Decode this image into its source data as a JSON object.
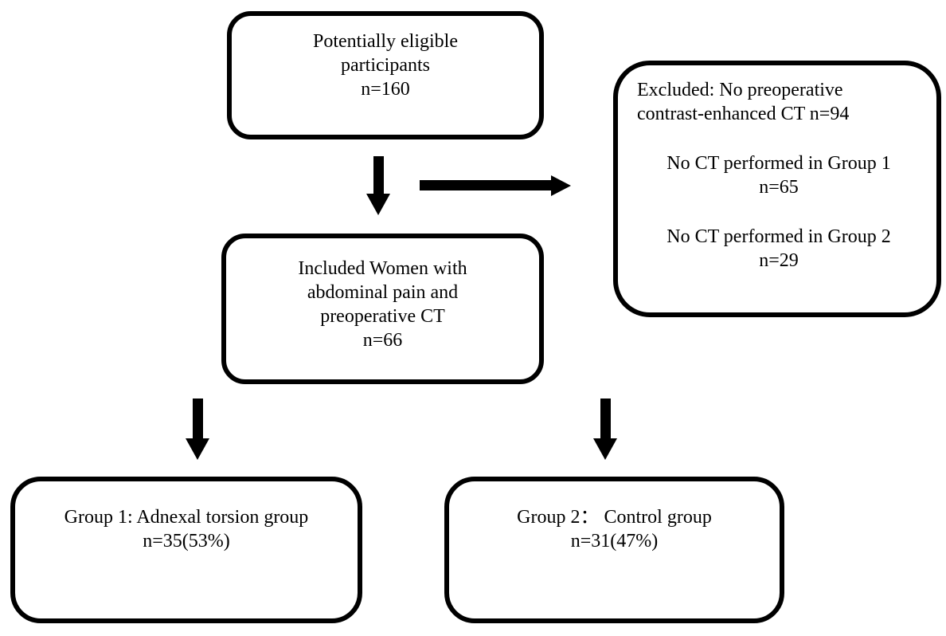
{
  "colors": {
    "background": "#ffffff",
    "stroke": "#000000",
    "text": "#000000"
  },
  "nodes": {
    "eligible": {
      "id": "potentially-eligible",
      "lines": [
        "Potentially eligible",
        "participants",
        "n=160"
      ]
    },
    "excluded": {
      "id": "excluded",
      "paragraphs": [
        {
          "lines": [
            "Excluded: No preoperative",
            "contrast-enhanced CT n=94"
          ]
        },
        {
          "lines": [
            "No CT performed in Group 1",
            "n=65"
          ]
        },
        {
          "lines": [
            "No CT performed in Group 2",
            "n=29"
          ]
        }
      ]
    },
    "included": {
      "id": "included",
      "lines": [
        "Included Women with",
        "abdominal pain and",
        "preoperative CT",
        "n=66"
      ]
    },
    "group1": {
      "id": "group-1",
      "lines": [
        "Group 1: Adnexal torsion group",
        "n=35(53%)"
      ]
    },
    "group2": {
      "id": "group-2",
      "lines": [
        "Group 2： Control group",
        "n=31(47%)"
      ]
    }
  },
  "arrows": [
    {
      "name": "eligible-to-included",
      "direction": "down"
    },
    {
      "name": "eligible-to-excluded",
      "direction": "right"
    },
    {
      "name": "included-to-group1",
      "direction": "down"
    },
    {
      "name": "included-to-group2",
      "direction": "down"
    }
  ]
}
